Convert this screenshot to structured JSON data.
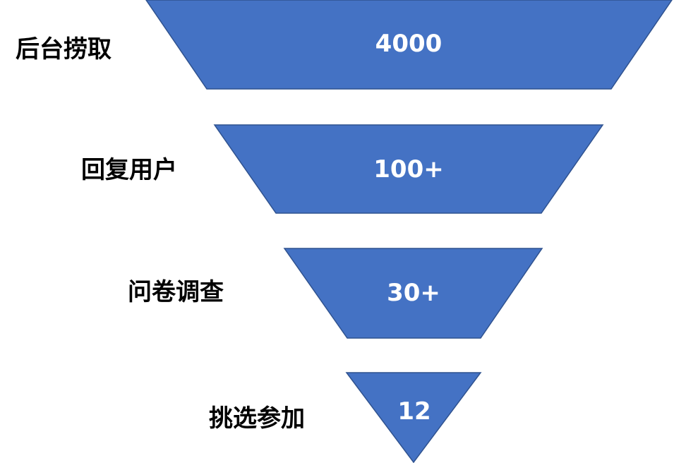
{
  "colors": {
    "fill": "#4472c4",
    "stroke": "#2f528f",
    "value_text": "#ffffff",
    "label_text": "#000000"
  },
  "stages": [
    {
      "label": "后台捞取",
      "value": "4000"
    },
    {
      "label": "回复用户",
      "value": "100+"
    },
    {
      "label": "问卷调查",
      "value": "30+"
    },
    {
      "label": "挑选参加",
      "value": "12"
    }
  ]
}
